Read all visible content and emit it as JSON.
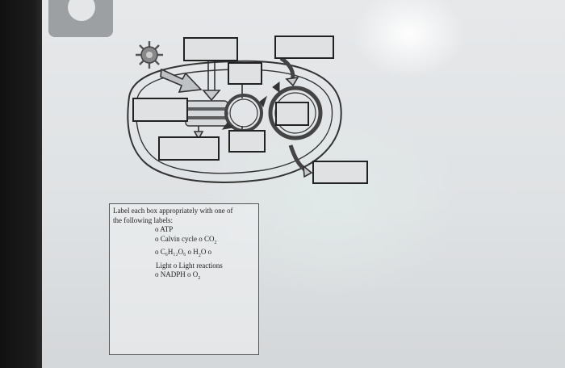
{
  "instructions": {
    "line1": "Label each box appropriately with one of",
    "line2": "the following labels:",
    "opt1": "o ATP",
    "opt2": "o Calvin cycle o CO",
    "opt2_sub": "2",
    "opt3": "o C₆H₁₂O₆ o H",
    "opt3_sub": "2",
    "opt3_tail": "O o",
    "opt4": "Light o Light reactions",
    "opt5": "o NADPH o O",
    "opt5_sub": "2"
  },
  "icons": [
    "sun-icon",
    "arrow-icon"
  ],
  "colors": {
    "line": "#333333",
    "box_fill": "#dfe1e3",
    "sun": "#666666"
  }
}
